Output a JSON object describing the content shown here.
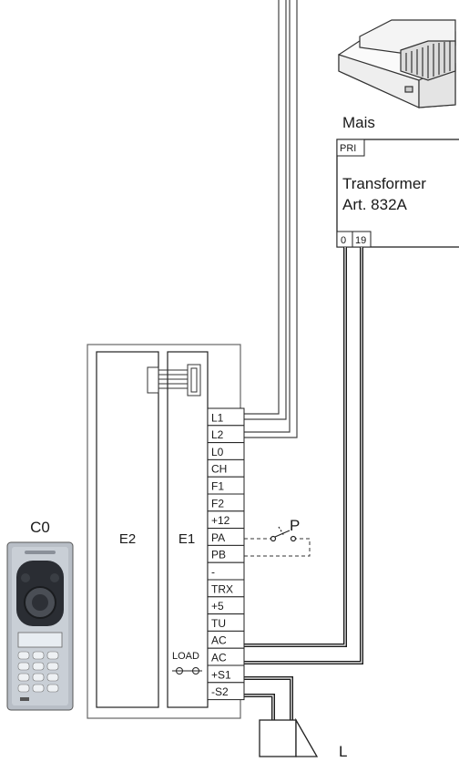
{
  "mains_label": "Mais",
  "transformer": {
    "input_label": "PRI",
    "title_line1": "Transformer",
    "title_line2": "Art. 832A",
    "out_0": "0",
    "out_19": "19"
  },
  "modules": {
    "e2": "E2",
    "e1": "E1"
  },
  "terminals": [
    "L1",
    "L2",
    "L0",
    "CH",
    "F1",
    "F2",
    "+12",
    "PA",
    "PB",
    "-",
    "TRX",
    "+5",
    "TU",
    "AC",
    "AC",
    "+S1",
    "-S2"
  ],
  "load_label": "LOAD",
  "button_label": "P",
  "panel_label": "C0",
  "lock_label": "L"
}
